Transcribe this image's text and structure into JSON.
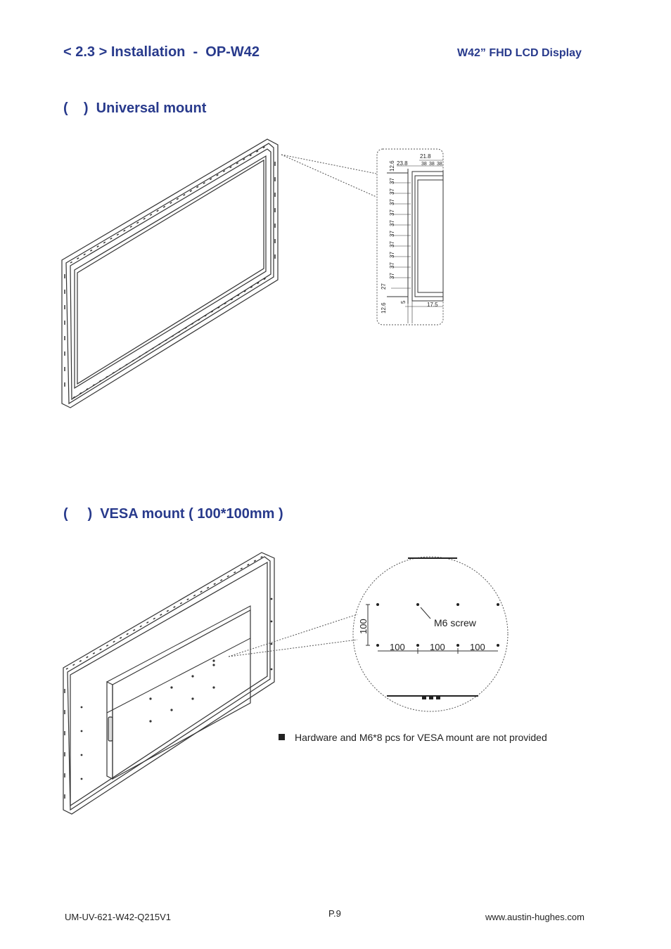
{
  "header": {
    "title": "< 2.3 > Installation  -  OP-W42",
    "product": "W42” FHD LCD Display"
  },
  "sections": [
    {
      "title": "(    )  Universal mount"
    },
    {
      "title": "(     )  VESA mount ( 100*100mm )"
    }
  ],
  "universal_detail": {
    "top_dims": [
      "23.8",
      "21.8",
      "38",
      "38",
      "38"
    ],
    "left_dims": [
      "12.6",
      "37",
      "37",
      "37",
      "37",
      "37",
      "37",
      "37",
      "37",
      "37",
      "37",
      "27",
      "12.6"
    ],
    "bottom_dims": [
      "5",
      "17.5"
    ]
  },
  "vesa_detail": {
    "vertical_spacing": "100",
    "horizontal_spacing": [
      "100",
      "100",
      "100"
    ],
    "screw_label": "M6 screw"
  },
  "note": "Hardware and M6*8 pcs for VESA mount are not provided",
  "footer": {
    "doc_code": "UM-UV-621-W42-Q215V1",
    "page": "P.9",
    "website": "www.austin-hughes.com"
  }
}
